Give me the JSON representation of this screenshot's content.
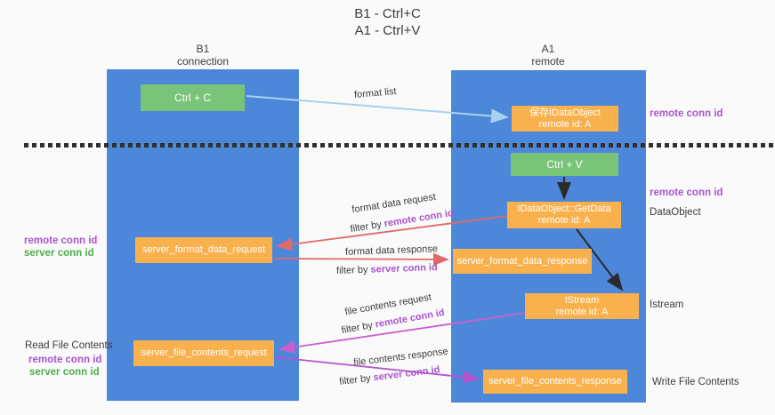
{
  "title": {
    "line1": "B1 - Ctrl+C",
    "line2": "A1 - Ctrl+V"
  },
  "lanes": {
    "b1": {
      "line1": "B1",
      "line2": "connection"
    },
    "a1": {
      "line1": "A1",
      "line2": "remote"
    }
  },
  "nodes": {
    "ctrl_c": "Ctrl + C",
    "ctrl_v": "Ctrl + V",
    "save_idataobject": {
      "line1": "保存IDataObject",
      "line2": "remote id: A"
    },
    "getdata": {
      "line1": "IDataObject::GetData",
      "line2": "remote id: A"
    },
    "istream": {
      "line1": "IStream",
      "line2": "remote id: A"
    },
    "server_format_data_request": "server_format_data_request",
    "server_format_data_response": "server_format_data_response",
    "server_file_contents_request": "server_file_contents_request",
    "server_file_contents_response": "server_file_contents_response"
  },
  "edges": {
    "format_list": "format list",
    "format_data_request": "format data request",
    "format_data_response": "format data response",
    "file_contents_request": "file contents request",
    "file_contents_response": "file contents response",
    "filter_by": "filter by ",
    "remote_conn_id": "remote conn id",
    "server_conn_id": "server conn id"
  },
  "side": {
    "right_conn_top": "remote conn id",
    "right_conn_mid": "remote conn id",
    "dataobject": "DataObject",
    "istream": "Istream",
    "write_file": "Write File Contents",
    "read_file": "Read File Contents",
    "left_remote_conn": "remote conn id",
    "left_server_conn": "server conn id",
    "left_remote_conn2": "remote conn id",
    "left_server_conn2": "server conn id"
  },
  "colors": {
    "lane": "#4d87d9",
    "node_orange": "#f9b14e",
    "node_green": "#7ac47a",
    "arrow_lightblue": "#a9d2f0",
    "arrow_black": "#2b2b2b",
    "arrow_red": "#e0696a",
    "arrow_magenta": "#cb5fd1",
    "arrow_purple": "#b553cb",
    "text_purple": "#a855cc",
    "text_green": "#4cae4c",
    "dash": "#2e2e2e",
    "background": "#fafafa"
  }
}
